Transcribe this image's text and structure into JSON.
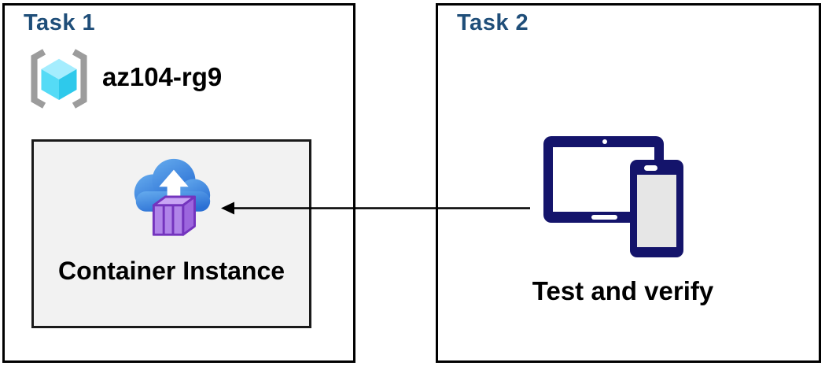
{
  "task1": {
    "title": "Task 1",
    "resource_group": {
      "name": "az104-rg9",
      "icon": "resource-group-icon"
    },
    "container_instance": {
      "label": "Container Instance",
      "icon": "container-instance-icon"
    }
  },
  "task2": {
    "title": "Task 2",
    "label": "Test and verify",
    "icon": "devices-icon"
  },
  "arrow": {
    "from": "devices-icon",
    "to": "container-instance-icon",
    "direction": "right-to-left"
  },
  "colors": {
    "task_header": "#1F4E79",
    "box_border": "#000000",
    "container_box_fill": "#F2F2F2",
    "container_box_border": "#1A1A1A",
    "device_navy": "#14146B",
    "device_phone_screen": "#E6E6E6",
    "cloud_blue_top": "#66ACEE",
    "cloud_blue_bottom": "#2A6FD4",
    "container_purple_front": "#B084E9",
    "container_purple_side": "#9C66DE",
    "container_purple_top": "#C8A5F4",
    "container_purple_outline": "#7434BE",
    "rg_cube_top": "#A5EDFE",
    "rg_cube_left": "#55DBF6",
    "rg_cube_right": "#2EC9EB",
    "rg_bracket_gray": "#9C9C9C",
    "arrow_color": "#000000",
    "label_text": "#000000"
  }
}
